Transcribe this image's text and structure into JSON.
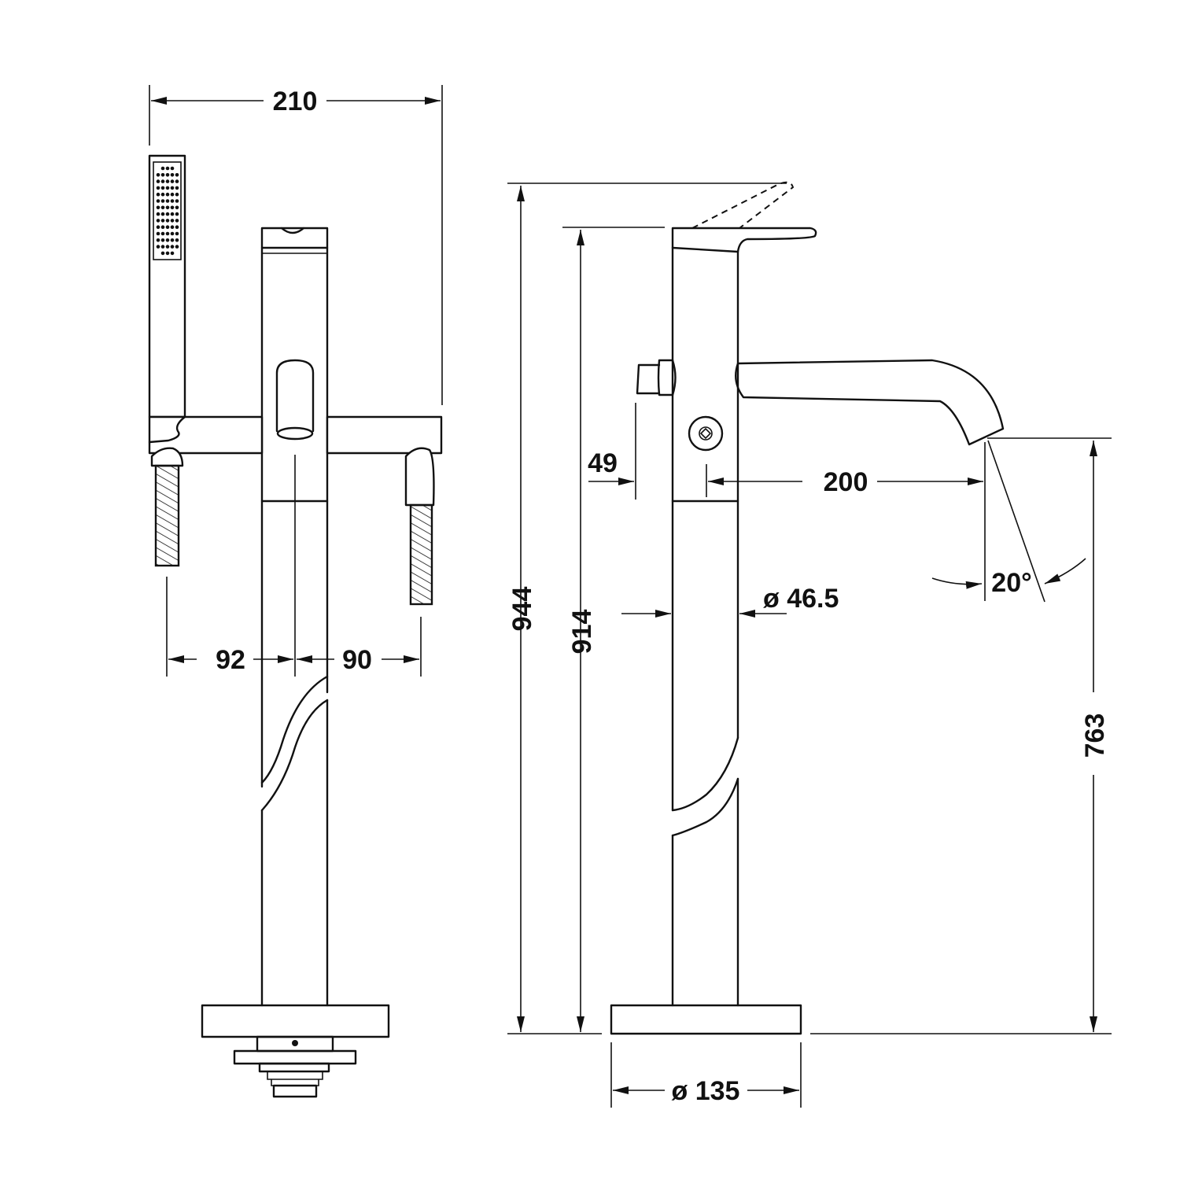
{
  "dimensions": {
    "overall_width": "210",
    "left_offset": "92",
    "right_offset": "90",
    "total_height": "944",
    "body_height": "914",
    "lever_gap": "49",
    "spout_reach": "200",
    "body_diameter": "ø 46.5",
    "spout_angle": "20°",
    "spout_height": "763",
    "base_diameter": "ø 135"
  },
  "colors": {
    "line": "#111111",
    "background": "#ffffff"
  }
}
